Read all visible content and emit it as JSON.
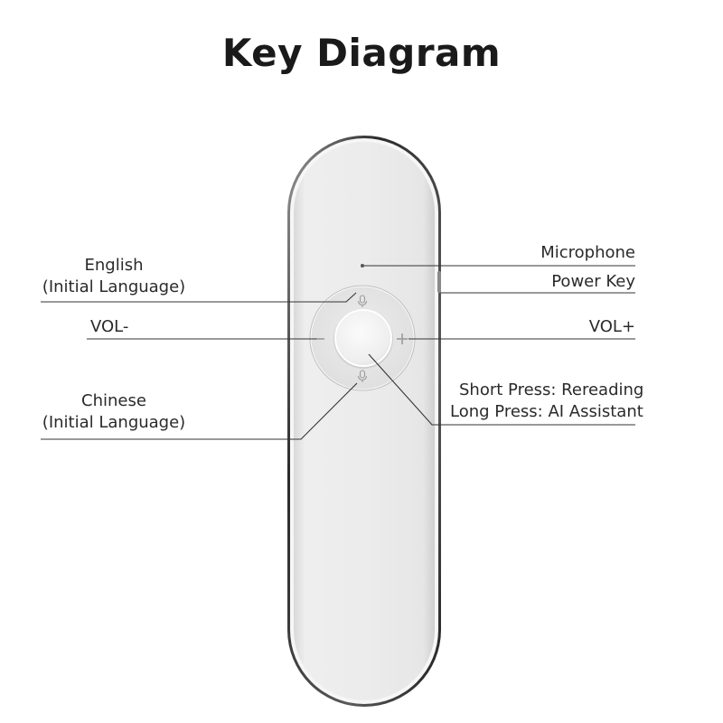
{
  "title": "Key Diagram",
  "labels": {
    "english": {
      "line1": "English",
      "line2": "(Initial Language)"
    },
    "vol_minus": "VOL-",
    "chinese": {
      "line1": "Chinese",
      "line2": "(Initial Language)"
    },
    "microphone": "Microphone",
    "power_key": "Power Key",
    "vol_plus": "VOL+",
    "main_button": {
      "line1": "Short Press: Rereading",
      "line2": "Long Press: AI Assistant"
    }
  },
  "colors": {
    "device_body": "#ebebeb",
    "device_edge": "#3a3a3a",
    "ring": "#e4e4e4",
    "center_button": "#f4f4f4",
    "callout_line": "#333333"
  }
}
